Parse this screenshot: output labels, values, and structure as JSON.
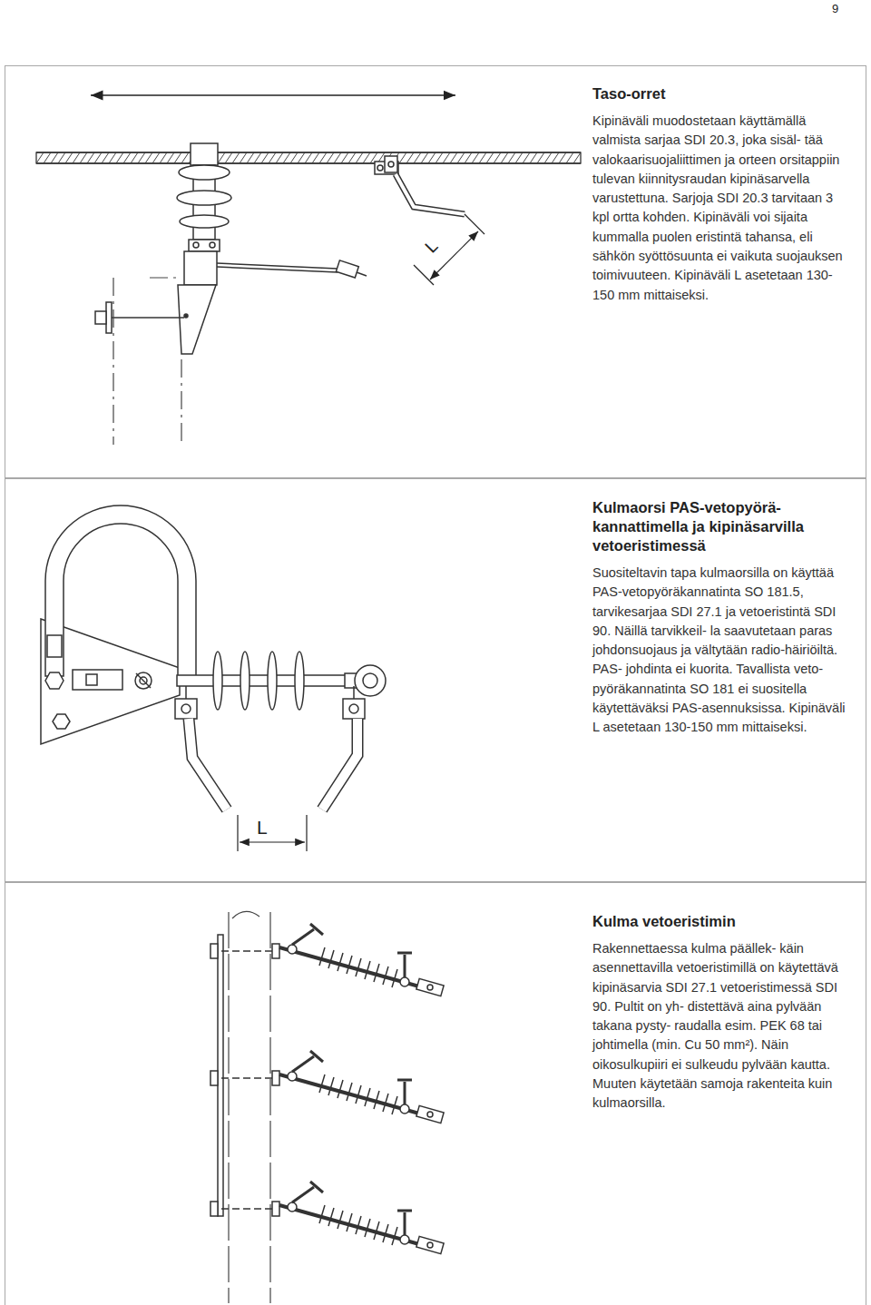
{
  "diagram": {
    "nodes": [
      {
        "text": [
          "Taso-orret",
          "Kipinäväli muodostetaan käyttämällä valmista sarjaa SDI 20.3, joka sisäl- tää valokaarisuojaliittimen ja orteen orsitappiin tulevan kiinnitysraudan kipinäsarvella varustettuna. Sarjoja SDI 20.3 tarvitaan 3 kpl ortta kohden. Kipinäväli voi sijaita kummalla puolen eristintä tahansa, eli sähkön syöttösuunta ei vaikuta suojauksen toimivuuteen. Kipinäväli L asetetaan 130-150 mm mittaiseksi."
        ]
      },
      {
        "text": [
          "Kulmaorsi PAS-vetopyörä- kannattimella ja kipinäsarvilla vetoeristimessä",
          "Suositeltavin tapa kulmaorsilla on käyttää PAS-vetopyöräkannatinta SO 181.5, tarvikesarjaa SDI 27.1 ja vetoeristintä SDI 90. Näillä tarvikkeil- la saavutetaan paras johdonsuojaus ja vältytään radio-häiriöiltä. PAS- johdinta ei kuorita. Tavallista veto- pyöräkannatinta SO 181 ei suositella käytettäväksi PAS-asennuksissa. Kipinäväli L asetetaan 130-150 mm mittaiseksi."
        ]
      },
      {
        "text": [
          "Kulma vetoeristimin",
          "Rakennettaessa kulma päällek- käin asennettavilla vetoeristimillä on käytettävä kipinäsarvia SDI 27.1 vetoeristimessä SDI 90. Pultit on yh- distettävä aina pylvään takana pysty- raudalla esim. PEK 68 tai johtimella (min. Cu 50 mm²). Näin oikosulkupiiri ei sulkeudu pylvään kautta. Muuten käytetään samoja rakenteita kuin kulmaorsilla."
        ]
      }
    ],
    "labels": [
      "9",
      "L",
      "L"
    ]
  }
}
